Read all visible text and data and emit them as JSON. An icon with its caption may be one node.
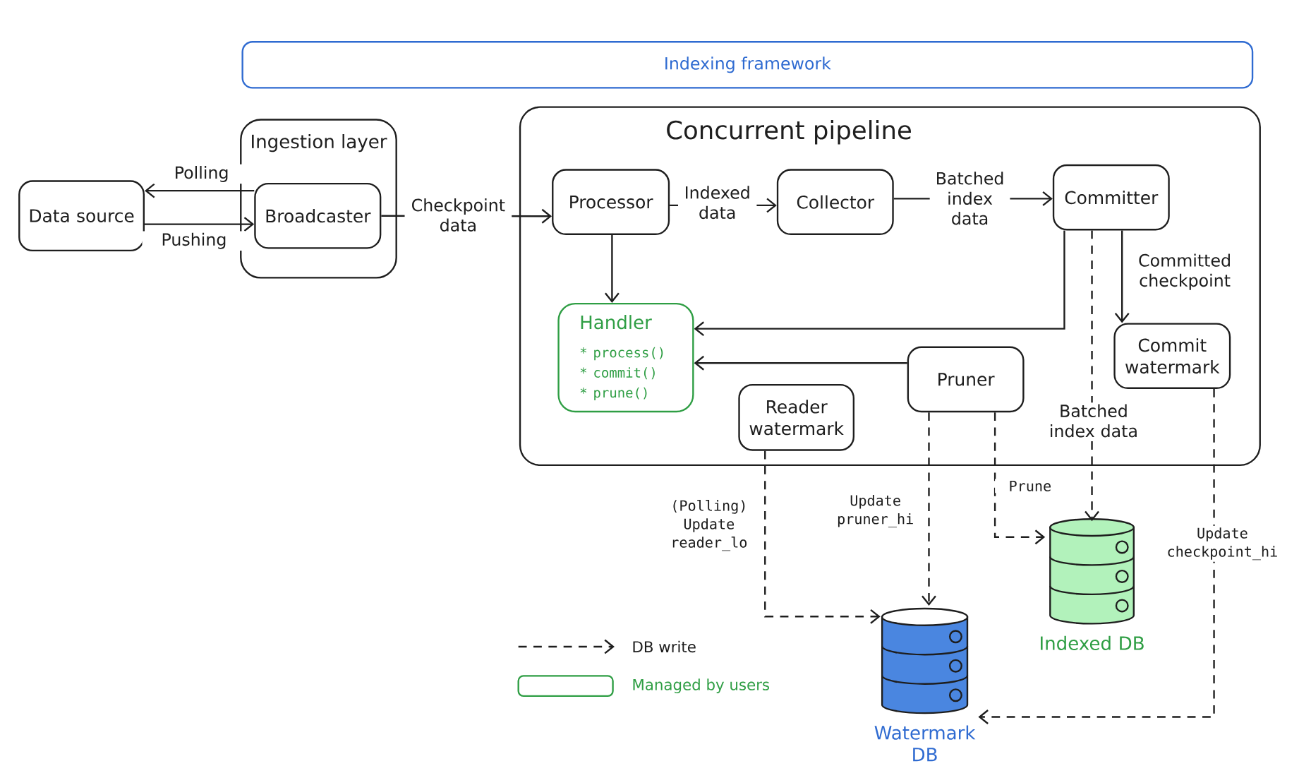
{
  "diagram": {
    "nodes": [
      {
        "text": [
          "Indexing framework"
        ]
      },
      {
        "text": [
          "Ingestion layer"
        ]
      },
      {
        "text": [
          "Broadcaster"
        ],
        "in": 1
      },
      {
        "text": [
          "Data source"
        ]
      },
      {
        "text": [
          "Concurrent pipeline"
        ]
      },
      {
        "text": [
          "Processor"
        ],
        "in": 4
      },
      {
        "text": [
          "Collector"
        ],
        "in": 4
      },
      {
        "text": [
          "Committer"
        ],
        "in": 4
      },
      {
        "text": [
          "Handler",
          "* process()",
          "* commit()",
          "* prune()"
        ],
        "in": 4
      },
      {
        "text": [
          "Commit watermark"
        ],
        "in": 4
      },
      {
        "text": [
          "Pruner"
        ],
        "in": 4
      },
      {
        "text": [
          "Reader watermark"
        ],
        "in": 4
      },
      {
        "text": [
          "Watermark DB"
        ]
      },
      {
        "text": [
          "Indexed DB"
        ]
      }
    ],
    "edges": [
      {
        "from": 2,
        "to": 3,
        "arrow": "to",
        "label": "Polling"
      },
      {
        "from": 3,
        "to": 2,
        "arrow": "to",
        "label": "Pushing"
      },
      {
        "from": 2,
        "to": 5,
        "arrow": "to",
        "label": "Checkpoint data"
      },
      {
        "from": 5,
        "to": 6,
        "arrow": "to",
        "label": "Indexed data"
      },
      {
        "from": 6,
        "to": 7,
        "arrow": "to",
        "label": "Batched index data"
      },
      {
        "from": 5,
        "to": 8,
        "arrow": "to"
      },
      {
        "from": 7,
        "to": 8,
        "arrow": "to"
      },
      {
        "from": 10,
        "to": 8,
        "arrow": "to"
      },
      {
        "from": 7,
        "to": 9,
        "arrow": "to",
        "label": "Committed checkpoint"
      },
      {
        "from": 7,
        "to": 13,
        "arrow": "to",
        "label": "Batched index data",
        "style": "dashed"
      },
      {
        "from": 11,
        "to": 12,
        "arrow": "to",
        "label": "(Polling) Update reader_lo",
        "style": "dashed"
      },
      {
        "from": 10,
        "to": 12,
        "arrow": "to",
        "label": "Update pruner_hi",
        "style": "dashed"
      },
      {
        "from": 10,
        "to": 13,
        "arrow": "to",
        "label": "Prune",
        "style": "dashed"
      },
      {
        "from": 9,
        "to": 12,
        "arrow": "to",
        "label": "Update checkpoint_hi",
        "style": "dashed"
      }
    ],
    "legend": [
      {
        "text": "DB write"
      },
      {
        "text": "Managed by users"
      }
    ]
  }
}
